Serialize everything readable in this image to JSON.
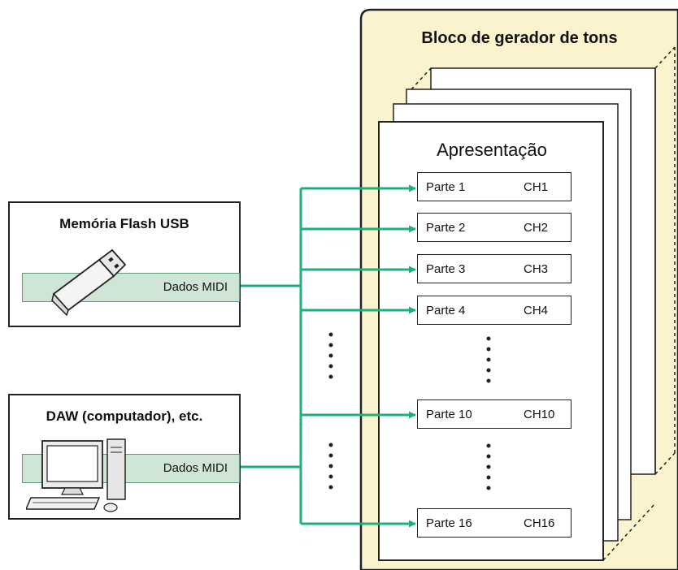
{
  "sources": [
    {
      "title": "Memória Flash USB",
      "data_label": "Dados MIDI",
      "icon": "usb-flash-drive-icon"
    },
    {
      "title": "DAW (computador), etc.",
      "data_label": "Dados MIDI",
      "icon": "desktop-computer-icon"
    }
  ],
  "tone_generator": {
    "title": "Bloco de gerador de tons",
    "performance_title": "Apresentação"
  },
  "parts": [
    {
      "name": "Parte 1",
      "channel": "CH1"
    },
    {
      "name": "Parte 2",
      "channel": "CH2"
    },
    {
      "name": "Parte 3",
      "channel": "CH3"
    },
    {
      "name": "Parte 4",
      "channel": "CH4"
    },
    {
      "name": "Parte 10",
      "channel": "CH10"
    },
    {
      "name": "Parte 16",
      "channel": "CH16"
    }
  ],
  "colors": {
    "connector_green": "#1db07a",
    "tone_block_fill": "#fbf3cd",
    "data_band_fill": "#cfe5d6"
  }
}
